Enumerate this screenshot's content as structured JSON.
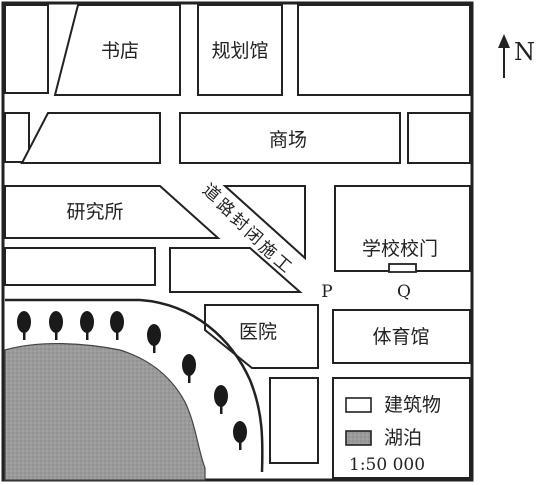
{
  "map": {
    "buildings": {
      "bookstore": "书店",
      "planning_hall": "规划馆",
      "mall": "商场",
      "research_institute": "研究所",
      "hospital": "医院",
      "gymnasium": "体育馆",
      "school_gate": "学校校门"
    },
    "road_closed": [
      "道",
      "路",
      "封",
      "闭",
      "施",
      "工"
    ],
    "points": {
      "p": "P",
      "q": "Q"
    },
    "north": "N",
    "legend": {
      "building": "建筑物",
      "lake": "湖泊",
      "scale": "1:50 000"
    },
    "colors": {
      "lake": "#9a9a9a",
      "tree": "#1a1a1a",
      "line": "#222222"
    }
  }
}
